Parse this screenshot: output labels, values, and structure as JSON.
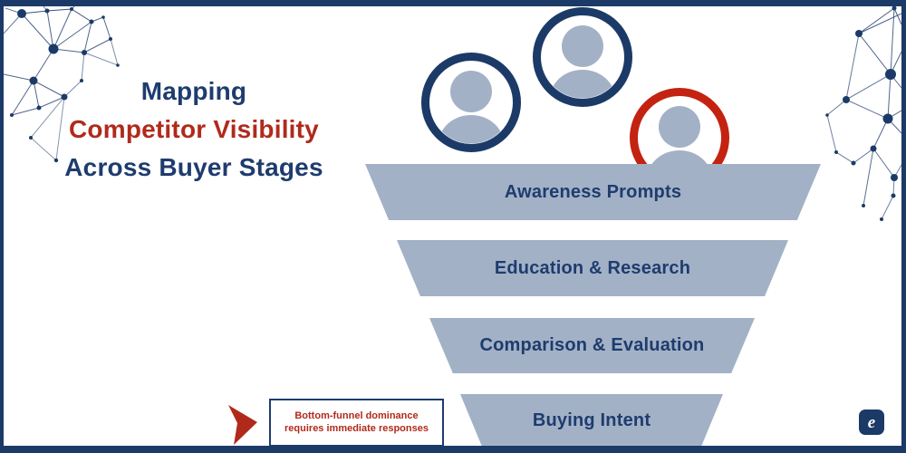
{
  "title": {
    "line1": "Mapping",
    "line2": "Competitor Visibility",
    "line3": "Across Buyer Stages"
  },
  "funnel": {
    "type": "funnel",
    "stages": [
      {
        "label": "Awareness Prompts"
      },
      {
        "label": "Education & Research"
      },
      {
        "label": "Comparison & Evaluation"
      },
      {
        "label": "Buying Intent"
      }
    ]
  },
  "callout": {
    "text": "Bottom-funnel dominance requires immediate responses"
  },
  "avatars": [
    {
      "name": "buyer-avatar-blue-left",
      "ring_color": "#1c3a67"
    },
    {
      "name": "buyer-avatar-blue-top",
      "ring_color": "#1c3a67"
    },
    {
      "name": "competitor-avatar-red",
      "ring_color": "#c32310"
    }
  ],
  "logo": {
    "glyph": "e"
  },
  "colors": {
    "navy": "#1e3c6e",
    "frame_navy": "#1c3a67",
    "title_red": "#b02a1c",
    "ring_red": "#c32310",
    "funnel_fill": "#a3b1c6",
    "background": "#ffffff"
  }
}
